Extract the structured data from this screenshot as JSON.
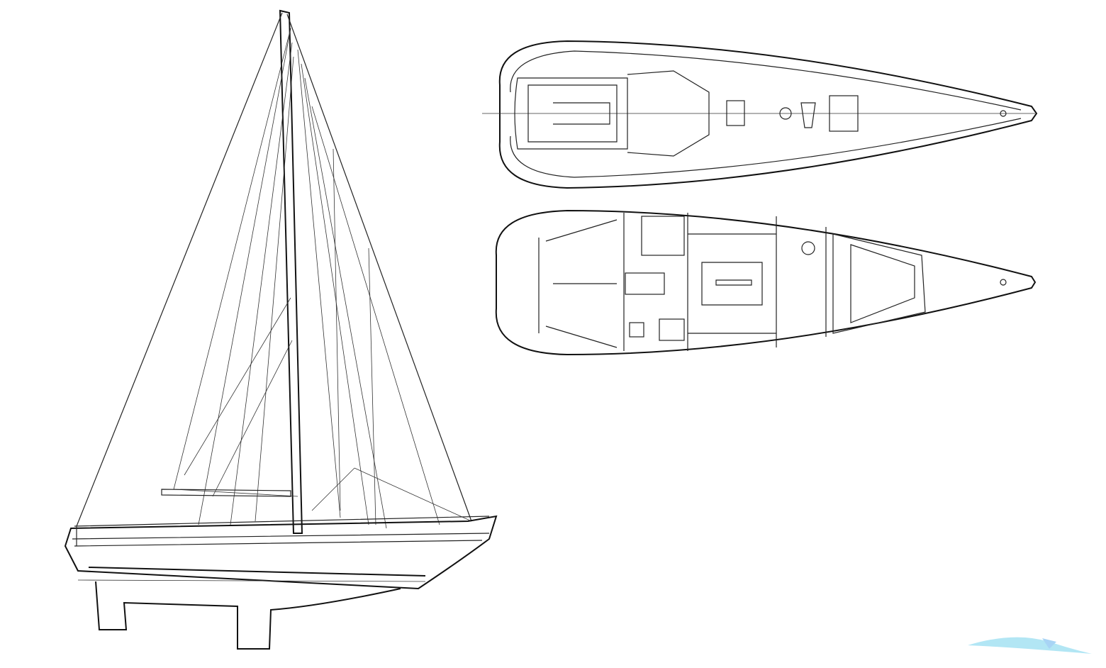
{
  "drawing": {
    "views": [
      "sail-plan-profile",
      "deck-plan",
      "interior-layout"
    ],
    "line_color": "#222222",
    "background": "#ffffff"
  },
  "watermark": {
    "color": "#7fd6ee",
    "icon": "wave-logo"
  }
}
